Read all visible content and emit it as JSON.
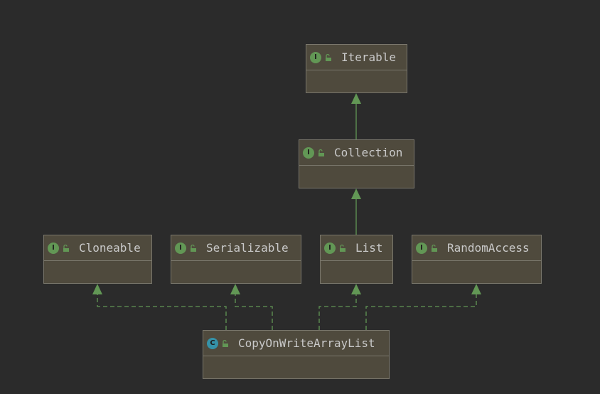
{
  "colors": {
    "background": "#2b2b2b",
    "node_fill": "#4f4a3d",
    "node_border": "#7a776c",
    "interface_badge": "#629755",
    "class_badge": "#3592a8",
    "edge": "#629755"
  },
  "nodes": {
    "iterable": {
      "name": "Iterable",
      "kind": "interface",
      "badge": "I",
      "icon": "interface-icon"
    },
    "collection": {
      "name": "Collection",
      "kind": "interface",
      "badge": "I",
      "icon": "interface-icon"
    },
    "cloneable": {
      "name": "Cloneable",
      "kind": "interface",
      "badge": "I",
      "icon": "interface-icon"
    },
    "serializable": {
      "name": "Serializable",
      "kind": "interface",
      "badge": "I",
      "icon": "interface-icon"
    },
    "list": {
      "name": "List",
      "kind": "interface",
      "badge": "I",
      "icon": "interface-icon"
    },
    "random_access": {
      "name": "RandomAccess",
      "kind": "interface",
      "badge": "I",
      "icon": "interface-icon"
    },
    "copy_on_write_array_list": {
      "name": "CopyOnWriteArrayList",
      "kind": "class",
      "badge": "C",
      "icon": "class-icon"
    }
  },
  "edges": [
    {
      "from": "Collection",
      "to": "Iterable",
      "relation": "extends",
      "style": "solid"
    },
    {
      "from": "List",
      "to": "Collection",
      "relation": "extends",
      "style": "solid"
    },
    {
      "from": "CopyOnWriteArrayList",
      "to": "Cloneable",
      "relation": "implements",
      "style": "dashed"
    },
    {
      "from": "CopyOnWriteArrayList",
      "to": "Serializable",
      "relation": "implements",
      "style": "dashed"
    },
    {
      "from": "CopyOnWriteArrayList",
      "to": "List",
      "relation": "implements",
      "style": "dashed"
    },
    {
      "from": "CopyOnWriteArrayList",
      "to": "RandomAccess",
      "relation": "implements",
      "style": "dashed"
    }
  ]
}
